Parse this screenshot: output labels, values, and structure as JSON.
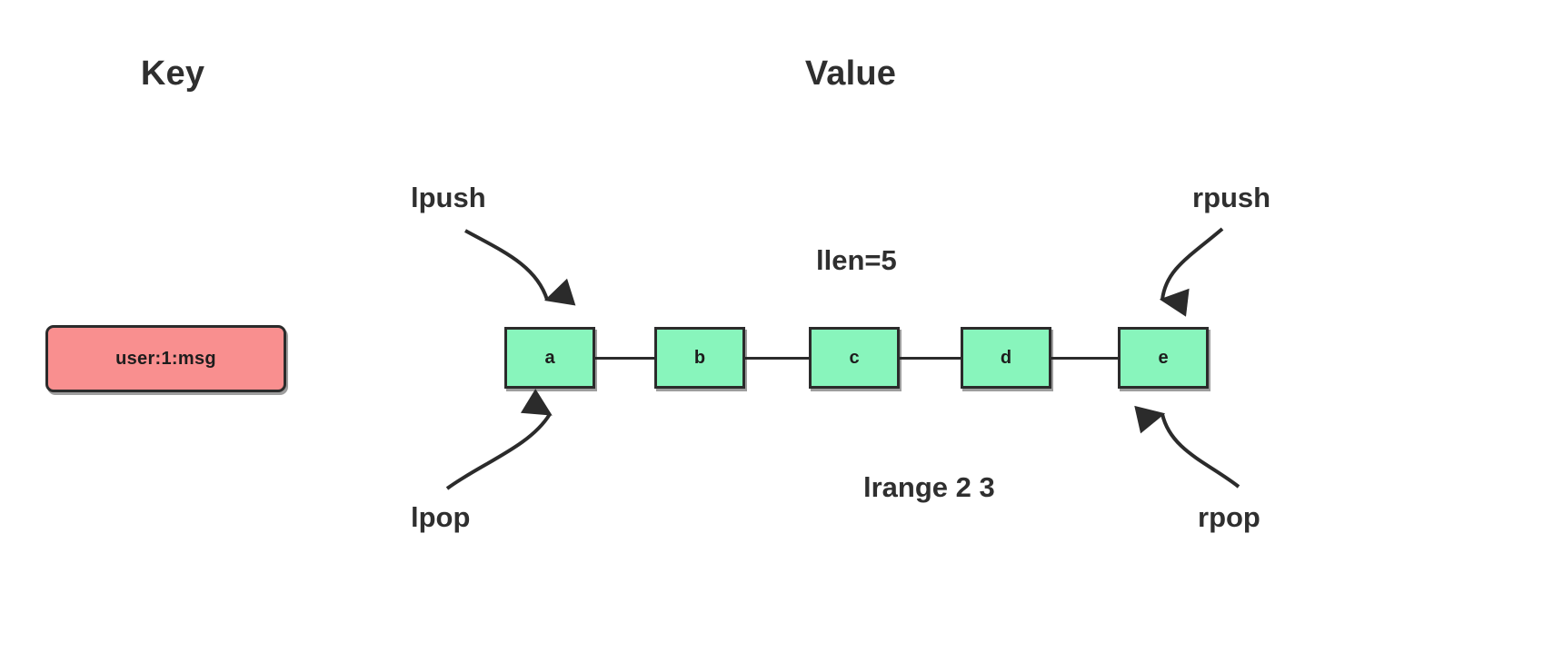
{
  "headings": {
    "key": "Key",
    "value": "Value"
  },
  "key_entry": {
    "label": "user:1:msg",
    "color": "#F98F8F",
    "border_color": "#2b2b2b"
  },
  "list": {
    "node_color": "#88F5BC",
    "border_color": "#2b2b2b",
    "nodes": [
      {
        "label": "a"
      },
      {
        "label": "b"
      },
      {
        "label": "c"
      },
      {
        "label": "d"
      },
      {
        "label": "e"
      }
    ]
  },
  "operations": {
    "lpush": "lpush",
    "rpush": "rpush",
    "lpop": "lpop",
    "rpop": "rpop",
    "llen": "llen=5",
    "lrange": "lrange 2 3"
  },
  "colors": {
    "text": "#2f2f2f",
    "stroke": "#2b2b2b",
    "background": "#ffffff"
  }
}
